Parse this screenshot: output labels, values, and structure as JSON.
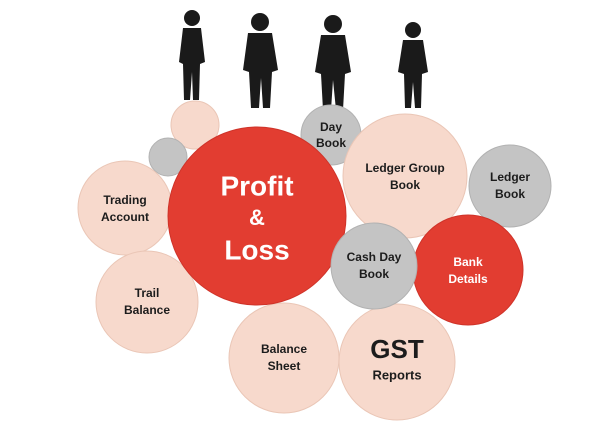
{
  "colors": {
    "peach": "#f7d9cc",
    "peach_stroke": "#eac6b6",
    "gray": "#c4c4c4",
    "gray_stroke": "#b2b2b2",
    "red": "#e23d31",
    "red_stroke": "#cf3329",
    "dark_text": "#1c1c1c",
    "light_text": "#ffffff",
    "silhouette": "#1a1a1a"
  },
  "bubbles": {
    "profit_loss": {
      "line1": "Profit",
      "line2": "&",
      "line3": "Loss"
    },
    "day_book": {
      "line1": "Day",
      "line2": "Book"
    },
    "ledger_group": {
      "line1": "Ledger Group",
      "line2": "Book"
    },
    "ledger_book": {
      "line1": "Ledger",
      "line2": "Book"
    },
    "trading": {
      "line1": "Trading",
      "line2": "Account"
    },
    "cash_day": {
      "line1": "Cash Day",
      "line2": "Book"
    },
    "bank": {
      "line1": "Bank",
      "line2": "Details"
    },
    "trail": {
      "line1": "Trail",
      "line2": "Balance"
    },
    "balance": {
      "line1": "Balance",
      "line2": "Sheet"
    },
    "gst": {
      "line1": "GST",
      "line2": "Reports"
    }
  }
}
